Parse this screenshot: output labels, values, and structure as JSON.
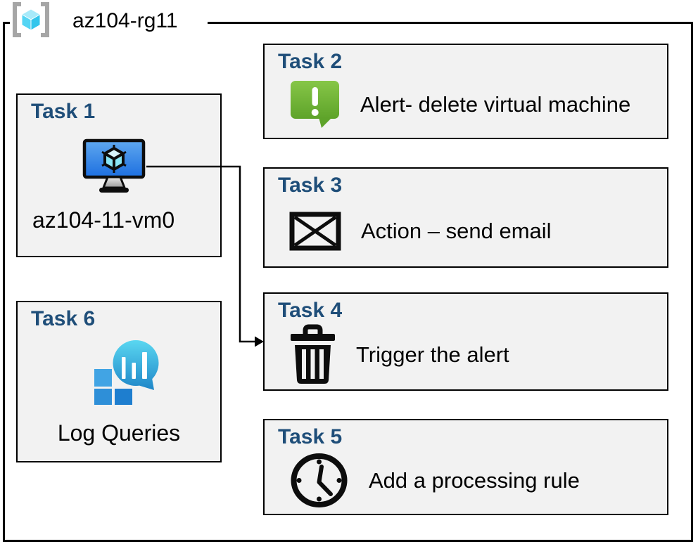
{
  "diagram": {
    "resource_group_label": "az104-rg11",
    "tasks": [
      {
        "id": "task1",
        "title": "Task 1",
        "label": "az104-11-vm0",
        "icon": "virtual-machine-icon"
      },
      {
        "id": "task2",
        "title": "Task 2",
        "label": "Alert- delete virtual machine",
        "icon": "alert-icon"
      },
      {
        "id": "task3",
        "title": "Task 3",
        "label": "Action – send email",
        "icon": "email-icon"
      },
      {
        "id": "task4",
        "title": "Task 4",
        "label": "Trigger the alert",
        "icon": "trash-icon"
      },
      {
        "id": "task5",
        "title": "Task 5",
        "label": "Add a processing rule",
        "icon": "clock-icon"
      },
      {
        "id": "task6",
        "title": "Task 6",
        "label": "Log Queries",
        "icon": "log-queries-icon"
      }
    ],
    "connector": {
      "from": "task1",
      "to": "task4"
    },
    "colors": {
      "task_title": "#1f4e79",
      "card_fill": "#f2f2f2",
      "card_border": "#000000",
      "icon_black": "#0d0d0d",
      "alert_green_light": "#86c647",
      "alert_green_dark": "#5ea32a",
      "vm_screen_light": "#5fa8ef",
      "vm_screen_dark": "#1d6fe0",
      "vm_cube_cyan": "#8ae6f5",
      "log_bubble_light": "#5ad7f1",
      "log_bubble_dark": "#1f86c8",
      "log_square_1": "#41a4e4",
      "log_square_2": "#2e8fd8",
      "log_square_3": "#1e7ecf",
      "rg_bracket": "#a6a6a6",
      "rg_cube_top": "#a7eafa",
      "rg_cube_left": "#55d5f4",
      "rg_cube_right": "#32c6ec"
    }
  }
}
